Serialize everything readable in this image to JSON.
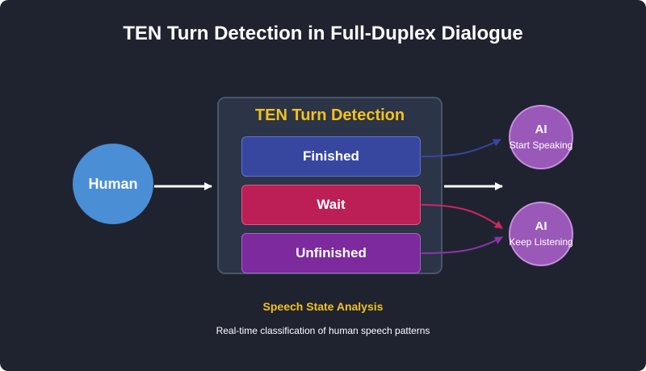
{
  "title": "TEN Turn Detection in Full-Duplex Dialogue",
  "human": {
    "label": "Human"
  },
  "detector": {
    "title": "TEN Turn Detection",
    "states": [
      {
        "label": "Finished"
      },
      {
        "label": "Wait"
      },
      {
        "label": "Unfinished"
      }
    ]
  },
  "outputs": [
    {
      "label": "AI",
      "sublabel": "Start Speaking"
    },
    {
      "label": "AI",
      "sublabel": "Keep Listening"
    }
  ],
  "footer": {
    "caption": "Speech State Analysis",
    "description": "Real-time classification of human speech patterns"
  },
  "colors": {
    "background": "#1f2330",
    "panel": "#2c3447",
    "accent": "#f4c21a",
    "human": "#4a8ed6",
    "finished": "#3747a0",
    "wait": "#bb1f55",
    "unfinished": "#7c2a9d",
    "ai": "#9a58b8"
  }
}
